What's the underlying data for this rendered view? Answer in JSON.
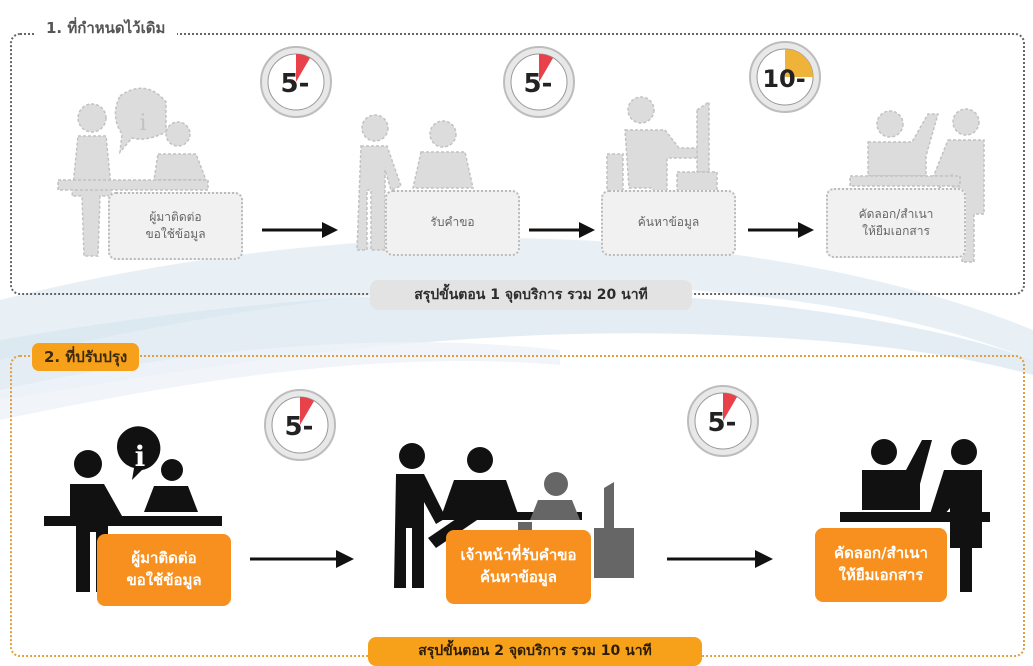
{
  "section1": {
    "label": "1. ที่กำหนดไว้เดิม",
    "summary": "สรุปขั้นตอน 1 จุดบริการ รวม 20 นาที",
    "timers": [
      "5",
      "5",
      "10"
    ],
    "steps": [
      {
        "line1": "ผู้มาติดต่อ",
        "line2": "ขอใช้ข้อมูล"
      },
      {
        "line1": "รับคำขอ",
        "line2": ""
      },
      {
        "line1": "ค้นหาข้อมูล",
        "line2": ""
      },
      {
        "line1": "คัดลอก/สำเนา",
        "line2": "ให้ยืมเอกสาร"
      }
    ]
  },
  "section2": {
    "label": "2. ที่ปรับปรุง",
    "summary": "สรุปขั้นตอน 2 จุดบริการ รวม 10 นาที",
    "timers": [
      "5",
      "5"
    ],
    "steps": [
      {
        "line1": "ผู้มาติดต่อ",
        "line2": "ขอใช้ข้อมูล"
      },
      {
        "line1": "เจ้าหน้าที่รับคำขอ",
        "line2": "ค้นหาข้อมูล"
      },
      {
        "line1": "คัดลอก/สำเนา",
        "line2": "ให้ยืมเอกสาร"
      }
    ]
  },
  "info_icon_text": "i",
  "colors": {
    "accent_orange": "#f7901e",
    "tab_orange": "#f7a11a",
    "timer_red": "#e8414a",
    "timer_yellow": "#f0b33a",
    "gray_figure": "#d3d3d3",
    "black_figure": "#111111"
  }
}
